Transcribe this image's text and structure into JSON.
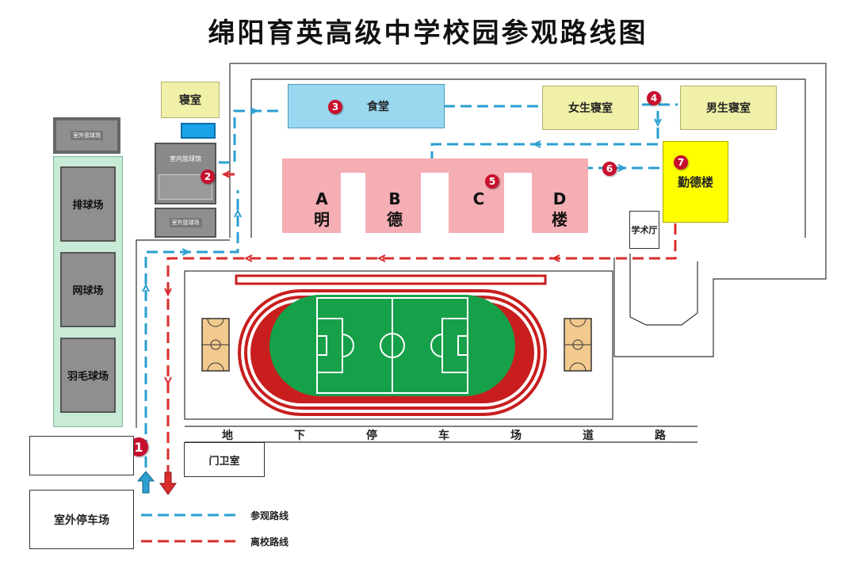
{
  "title": "绵阳育英高级中学校园参观路线图",
  "buildings": {
    "dorm": "寝室",
    "canteen": "食堂",
    "girls_dorm": "女生寝室",
    "boys_dorm": "男生寝室",
    "qinde": "勤德楼",
    "auditorium": "学术厅",
    "indoor_court": "室内篮球馆",
    "outdoor_court_top": "室外篮球场",
    "outdoor_court_bottom": "室外篮球场",
    "gate_house": "门卫室",
    "outdoor_parking": "室外停车场"
  },
  "teaching": [
    {
      "letter": "A",
      "char": "明"
    },
    {
      "letter": "B",
      "char": "德"
    },
    {
      "letter": "C",
      "char": ""
    },
    {
      "letter": "D",
      "char": "楼"
    }
  ],
  "sports": [
    "排球场",
    "网球场",
    "羽毛球场"
  ],
  "road_chars": [
    "地",
    "下",
    "停",
    "车",
    "场",
    "道",
    "路"
  ],
  "stops": [
    "1",
    "2",
    "3",
    "4",
    "5",
    "6",
    "7"
  ],
  "legend": {
    "visit": "参观路线",
    "leave": "离校路线",
    "visit_color": "#2a9fd0",
    "leave_color": "#d92c2c"
  }
}
